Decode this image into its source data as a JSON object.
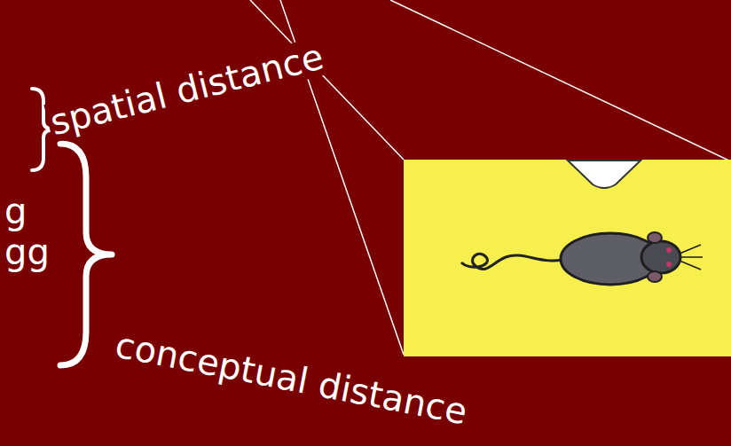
{
  "diagram": {
    "labels": [
      "spatial distance",
      "g",
      "gg",
      "conceptual distance"
    ]
  }
}
